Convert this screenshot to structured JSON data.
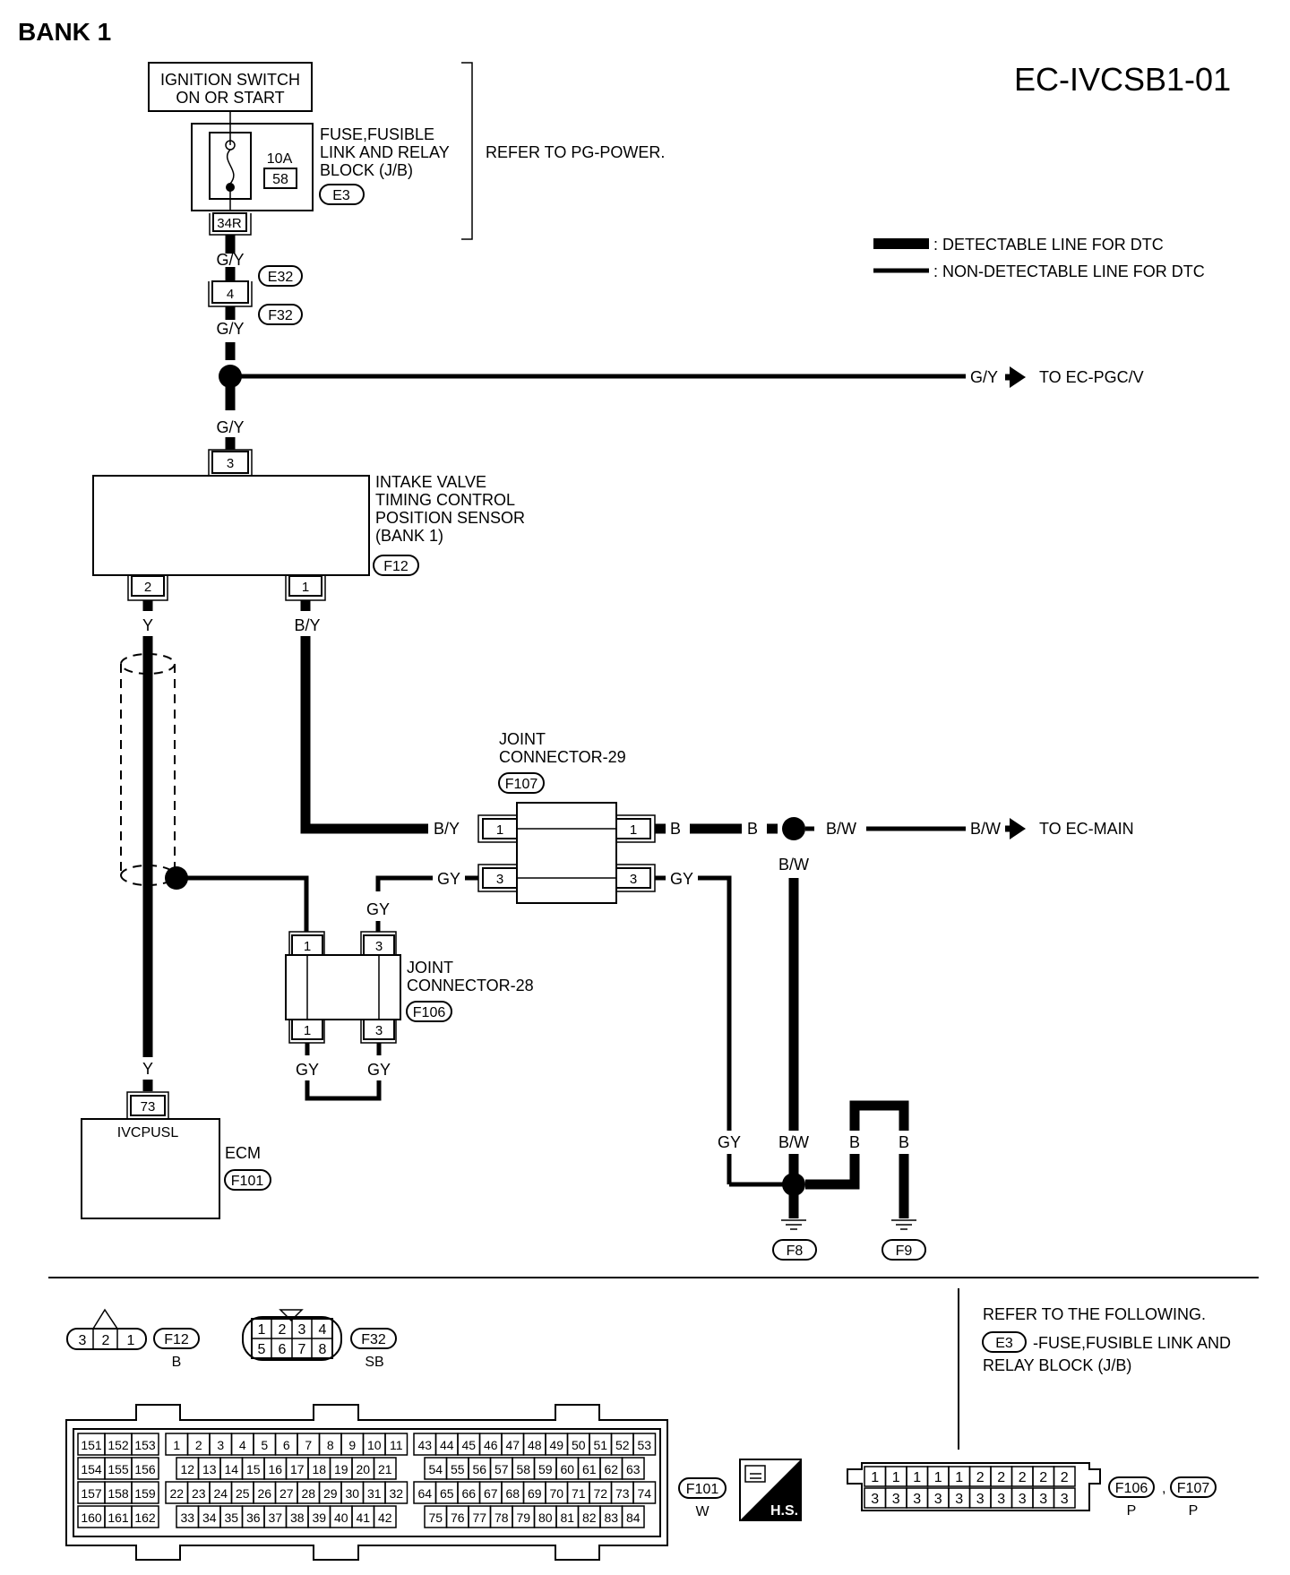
{
  "header": {
    "bank": "BANK 1",
    "code": "EC-IVCSB1-01"
  },
  "ignition": {
    "line1": "IGNITION SWITCH",
    "line2": "ON OR START"
  },
  "fuse_block": {
    "line1": "FUSE,FUSIBLE",
    "line2": "LINK AND RELAY",
    "line3": "BLOCK (J/B)",
    "connector": "E3",
    "amps": "10A",
    "fuse_no": "58",
    "terminal": "34R"
  },
  "refer_power": "REFER TO PG-POWER.",
  "legend": {
    "detectable": ": DETECTABLE LINE FOR DTC",
    "non_detectable": ": NON-DETECTABLE LINE FOR DTC"
  },
  "wires": {
    "gy_1": "G/Y",
    "gy_2": "G/Y",
    "gy_3": "G/Y",
    "gy_4": "G/Y",
    "y_1": "Y",
    "y_2": "Y",
    "by_1": "B/Y",
    "by_2": "B/Y",
    "b_1": "B",
    "b_2": "B",
    "b_3": "B",
    "b_4": "B",
    "bw_1": "B/W",
    "bw_2": "B/W",
    "bw_3": "B/W",
    "bw_4": "B/W",
    "gy_a": "GY",
    "gy_b": "GY",
    "gy_c": "GY",
    "gy_d": "GY",
    "gy_e": "GY",
    "gy_f": "GY"
  },
  "inline_connector": {
    "upper": "E32",
    "lower": "F32",
    "pin": "4"
  },
  "to_pgcv": "TO EC-PGC/V",
  "to_main": "TO EC-MAIN",
  "sensor": {
    "line1": "INTAKE VALVE",
    "line2": "TIMING CONTROL",
    "line3": "POSITION SENSOR",
    "line4": "(BANK 1)",
    "connector": "F12",
    "pin_top": "3",
    "pin_left": "2",
    "pin_right": "1"
  },
  "jc29": {
    "line1": "JOINT",
    "line2": "CONNECTOR-29",
    "connector": "F107",
    "pin1": "1",
    "pin3": "3"
  },
  "jc28": {
    "line1": "JOINT",
    "line2": "CONNECTOR-28",
    "connector": "F106",
    "pin1": "1",
    "pin3": "3"
  },
  "ecm": {
    "terminal": "73",
    "signal": "IVCPUSL",
    "label": "ECM",
    "connector": "F101"
  },
  "grounds": {
    "g1": "F8",
    "g2": "F9"
  },
  "connector_views": {
    "f12": {
      "pins": [
        "3",
        "2",
        "1"
      ],
      "id": "F12",
      "color": "B"
    },
    "f32": {
      "pins_top": [
        "1",
        "2",
        "3",
        "4"
      ],
      "pins_bottom": [
        "5",
        "6",
        "7",
        "8"
      ],
      "id": "F32",
      "color": "SB"
    },
    "f101": {
      "id": "F101",
      "color": "W",
      "hs": "H.S."
    },
    "jc": {
      "pins_top": [
        "1",
        "1",
        "1",
        "1",
        "1",
        "2",
        "2",
        "2",
        "2",
        "2"
      ],
      "pins_bottom": [
        "3",
        "3",
        "3",
        "3",
        "3",
        "3",
        "3",
        "3",
        "3",
        "3"
      ],
      "id1": "F106",
      "color1": "P",
      "id2": "F107",
      "color2": "P"
    }
  },
  "refer_following": {
    "line1": "REFER TO THE FOLLOWING.",
    "connector": "E3",
    "line2": "-FUSE,FUSIBLE LINK AND",
    "line3": "RELAY BLOCK (J/B)"
  }
}
